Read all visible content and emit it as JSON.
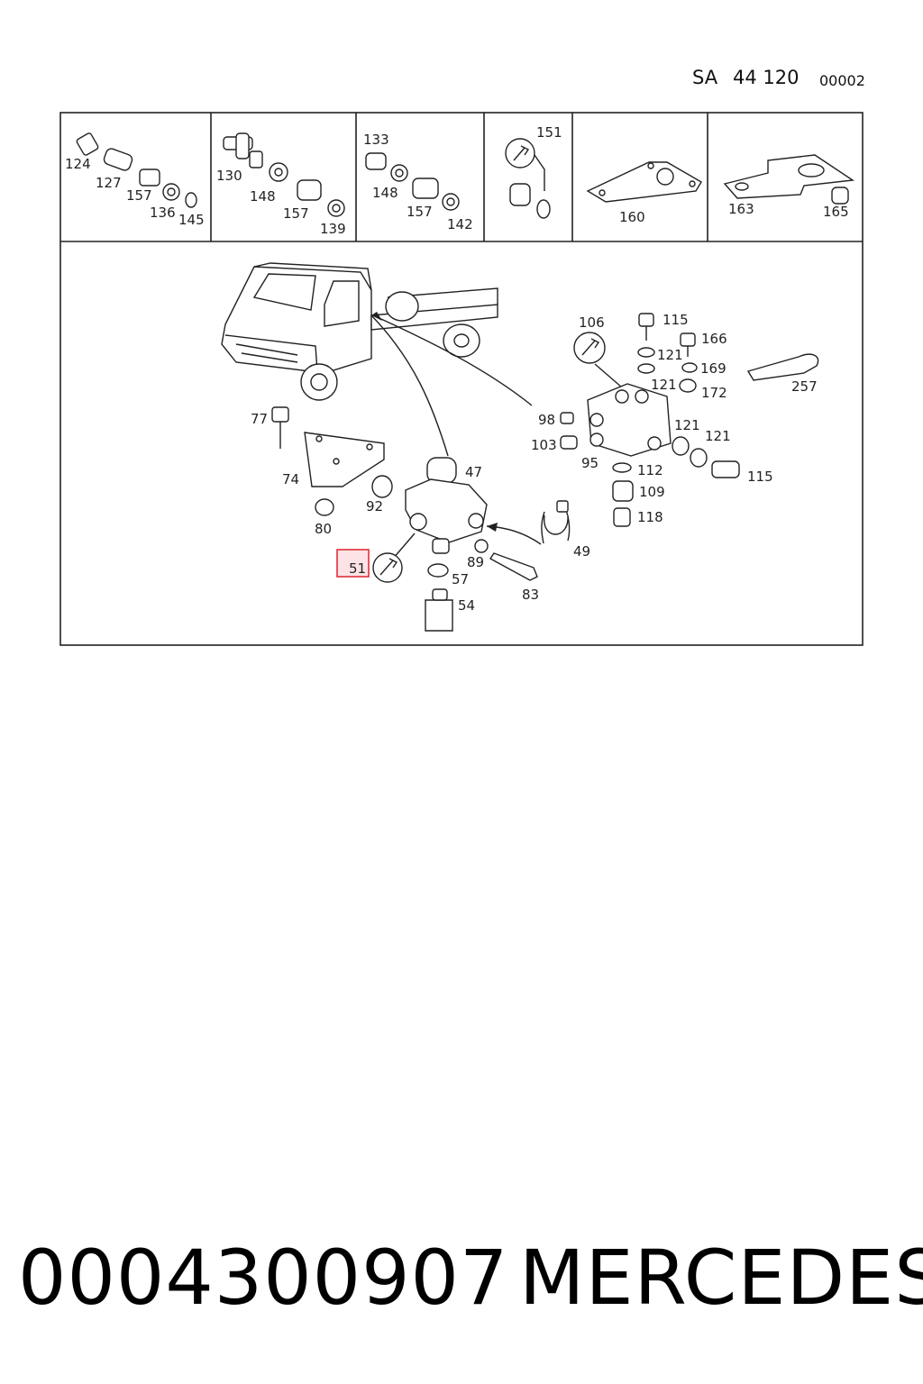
{
  "header": {
    "sa": "SA",
    "group": "44 120",
    "sheet": "00002"
  },
  "top_cells": [
    {
      "labels": [
        "124",
        "127",
        "157",
        "136",
        "145"
      ]
    },
    {
      "labels": [
        "130",
        "148",
        "157",
        "139"
      ]
    },
    {
      "labels": [
        "133",
        "148",
        "157",
        "142"
      ]
    },
    {
      "labels": [
        "151"
      ]
    },
    {
      "labels": [
        "160"
      ]
    },
    {
      "labels": [
        "163",
        "165"
      ]
    }
  ],
  "main_callouts": {
    "c77": "77",
    "c74": "74",
    "c80": "80",
    "c92": "92",
    "c47": "47",
    "c51": "51",
    "c57": "57",
    "c89": "89",
    "c83": "83",
    "c54": "54",
    "c49": "49",
    "c106": "106",
    "c115a": "115",
    "c166": "166",
    "c121a": "121",
    "c169": "169",
    "c121b": "121",
    "c172": "172",
    "c257": "257",
    "c98": "98",
    "c103": "103",
    "c95": "95",
    "c121c": "121",
    "c121d": "121",
    "c112": "112",
    "c109": "109",
    "c118": "118",
    "c115b": "115"
  },
  "highlighted_callout": "51",
  "colors": {
    "highlight_border": "#e0303a",
    "highlight_fill": "#fde3e6"
  },
  "footer": {
    "part_number": "0004300907",
    "brand": "MERCEDES"
  }
}
